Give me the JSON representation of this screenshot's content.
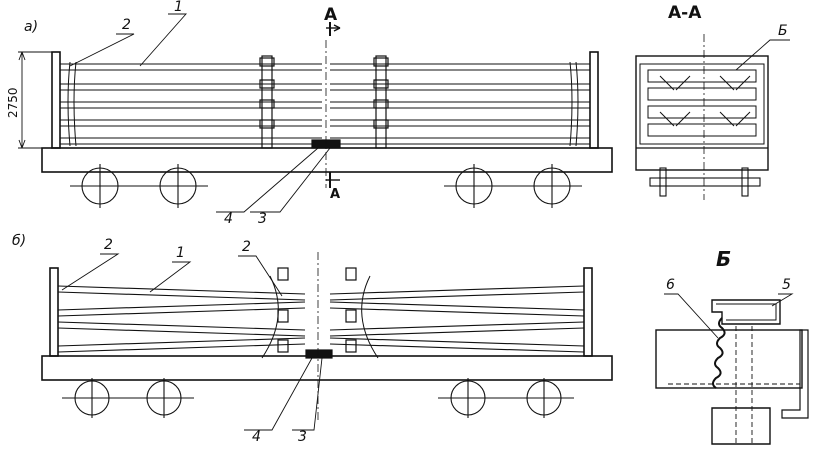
{
  "view_a": {
    "label": "а)",
    "dimension": "2750",
    "section_marks": [
      "А",
      "А"
    ],
    "callouts": [
      "2",
      "1",
      "4",
      "3"
    ]
  },
  "section_view": {
    "title": "А-А",
    "callout": "Б"
  },
  "view_b": {
    "label": "б)",
    "callouts": [
      "2",
      "1",
      "2",
      "4",
      "3"
    ]
  },
  "detail_view": {
    "title": "Б",
    "callouts": [
      "6",
      "5"
    ]
  }
}
